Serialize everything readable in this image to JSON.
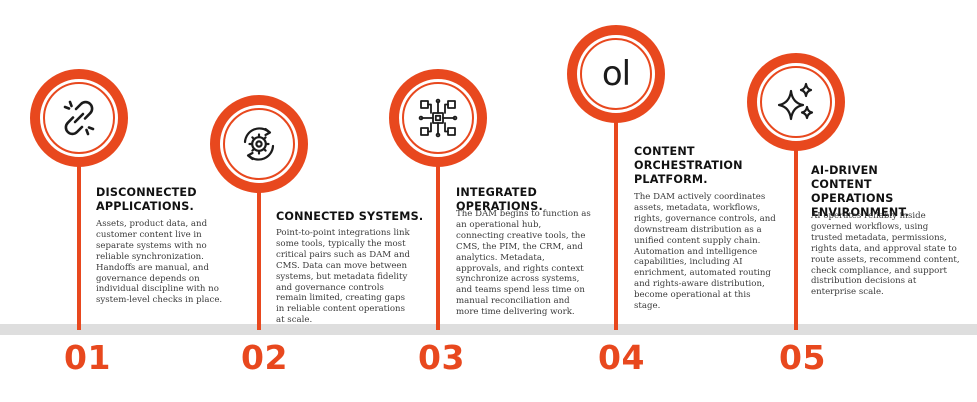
{
  "accent_color": "#e8481e",
  "steps": [
    {
      "number": "01",
      "icon": "broken-link-icon",
      "title": "DISCONNECTED APPLICATIONS.",
      "description": "Assets, product data, and customer content live in separate systems with no reliable synchronization. Handoffs are manual, and governance depends on individual discipline with no system-level checks in place."
    },
    {
      "number": "02",
      "icon": "gear-sync-icon",
      "title": "CONNECTED SYSTEMS.",
      "description": "Point-to-point integrations link some tools, typically the most critical pairs such as DAM and CMS. Data can move between systems, but metadata fidelity and governance controls remain limited, creating gaps in reliable content operations at scale."
    },
    {
      "number": "03",
      "icon": "network-hub-icon",
      "title": "INTEGRATED OPERATIONS.",
      "description": "The DAM begins to function as an operational hub, connecting creative tools, the CMS, the PIM, the CRM, and analytics. Metadata, approvals, and rights context synchronize across systems, and teams spend less time on manual reconciliation and more time delivering work."
    },
    {
      "number": "04",
      "icon_text": "ol",
      "title": "CONTENT ORCHESTRATION PLATFORM.",
      "description": "The DAM actively coordinates assets, metadata, workflows, rights, governance controls, and downstream distribution as a unified content supply chain. Automation and intelligence capabilities, including AI enrichment, automated routing and rights-aware distribution, become operational at this stage."
    },
    {
      "number": "05",
      "icon": "ai-sparkle-icon",
      "title": "AI-DRIVEN CONTENT OPERATIONS ENVIRONMENT.",
      "description": "AI operates reliably inside governed workflows, using trusted metadata, permissions, rights data, and approval state to route assets, recommend content, check compliance, and support distribution decisions at enterprise scale."
    }
  ]
}
